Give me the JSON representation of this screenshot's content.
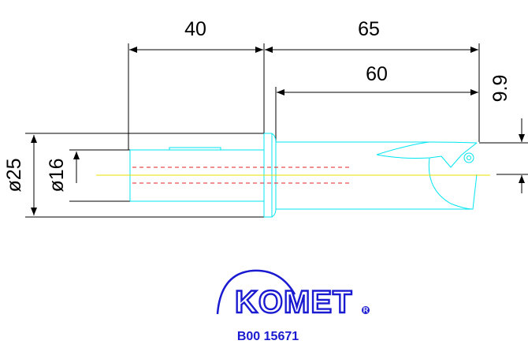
{
  "dimensions": {
    "shank_length": "40",
    "overall_length": "65",
    "drill_depth": "60",
    "tip_offset": "9.9",
    "diameter_outer": "ø25",
    "diameter_shank": "ø16"
  },
  "logo": {
    "brand": "KOMET",
    "registered_mark": "R"
  },
  "part_number": "B00 15671",
  "colors": {
    "dimension_lines": "#000000",
    "tool_outline": "#00e5f0",
    "coolant_channels": "#e02020",
    "center_line": "#e8e000",
    "logo": "#1a1ad0"
  }
}
